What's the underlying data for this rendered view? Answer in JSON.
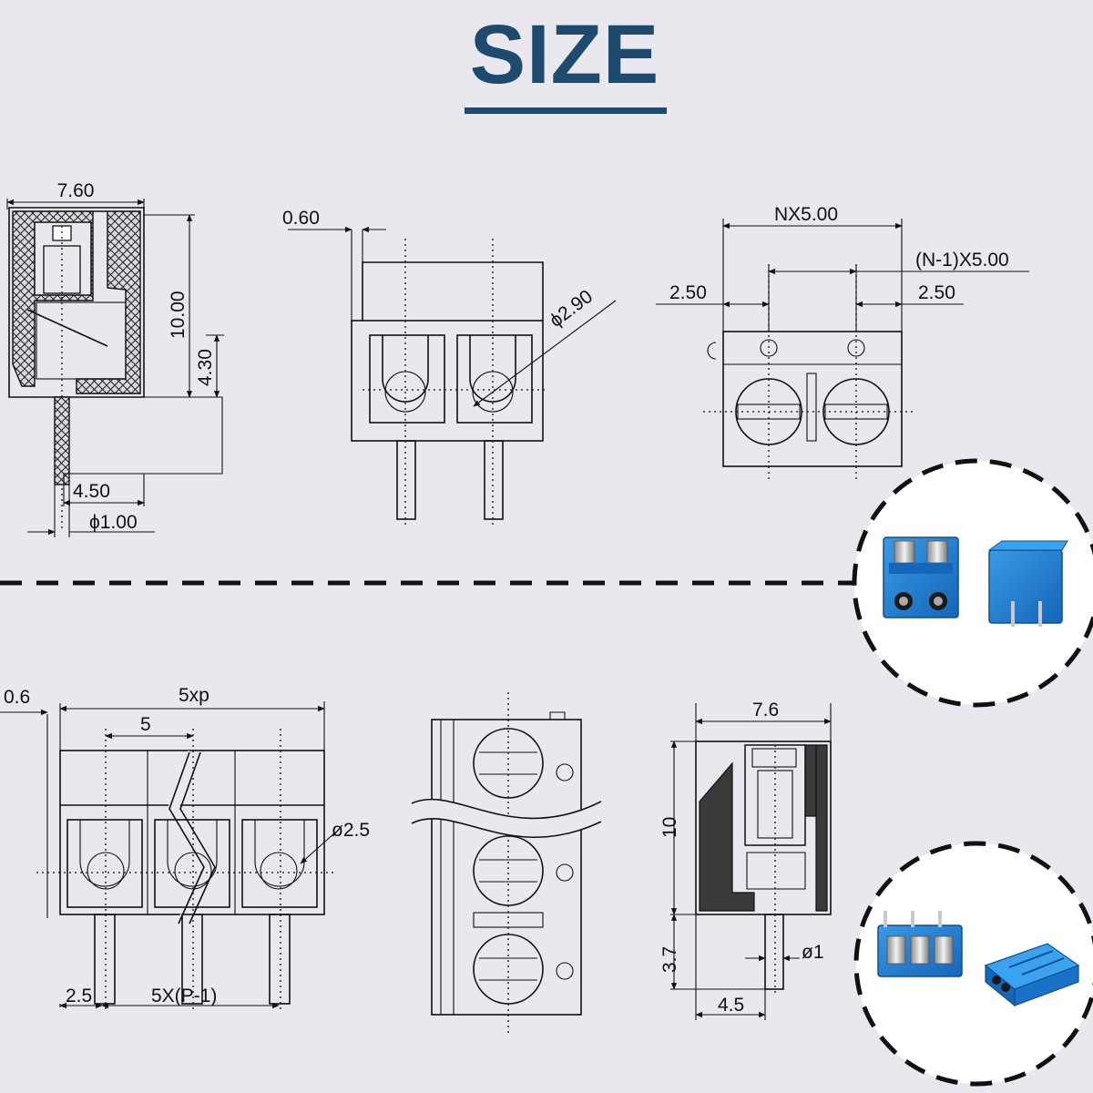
{
  "page": {
    "title": "SIZE"
  },
  "colors": {
    "background": "#e8e8ee",
    "title": "#1e4a6e",
    "drawing": "#111111",
    "connector_blue": "#1f7fd0"
  },
  "top_drawings": {
    "side_view": {
      "width": "7.60",
      "height": "10.00",
      "pin_length": "4.30",
      "pin_offset": "4.50",
      "pin_diameter": "ϕ1.00"
    },
    "front_view": {
      "wall": "0.60",
      "hole_diameter": "ϕ2.90"
    },
    "top_view": {
      "total": "NX5.00",
      "pitch_total": "(N-1)X5.00",
      "margin_left": "2.50",
      "margin_right": "2.50"
    }
  },
  "bottom_drawings": {
    "front_view": {
      "wall": "0.6",
      "total": "5xp",
      "pitch": "5",
      "hole_diameter": "ø2.5",
      "margin": "2.5",
      "pins": "5X(P-1)"
    },
    "side_view": {
      "width": "7.6",
      "height": "10",
      "pin_length": "3.7",
      "pin_offset": "4.5",
      "pin_diameter": "ø1"
    }
  },
  "photos": [
    {
      "name": "2-pin terminal block photo"
    },
    {
      "name": "3-pin terminal block photo"
    }
  ]
}
